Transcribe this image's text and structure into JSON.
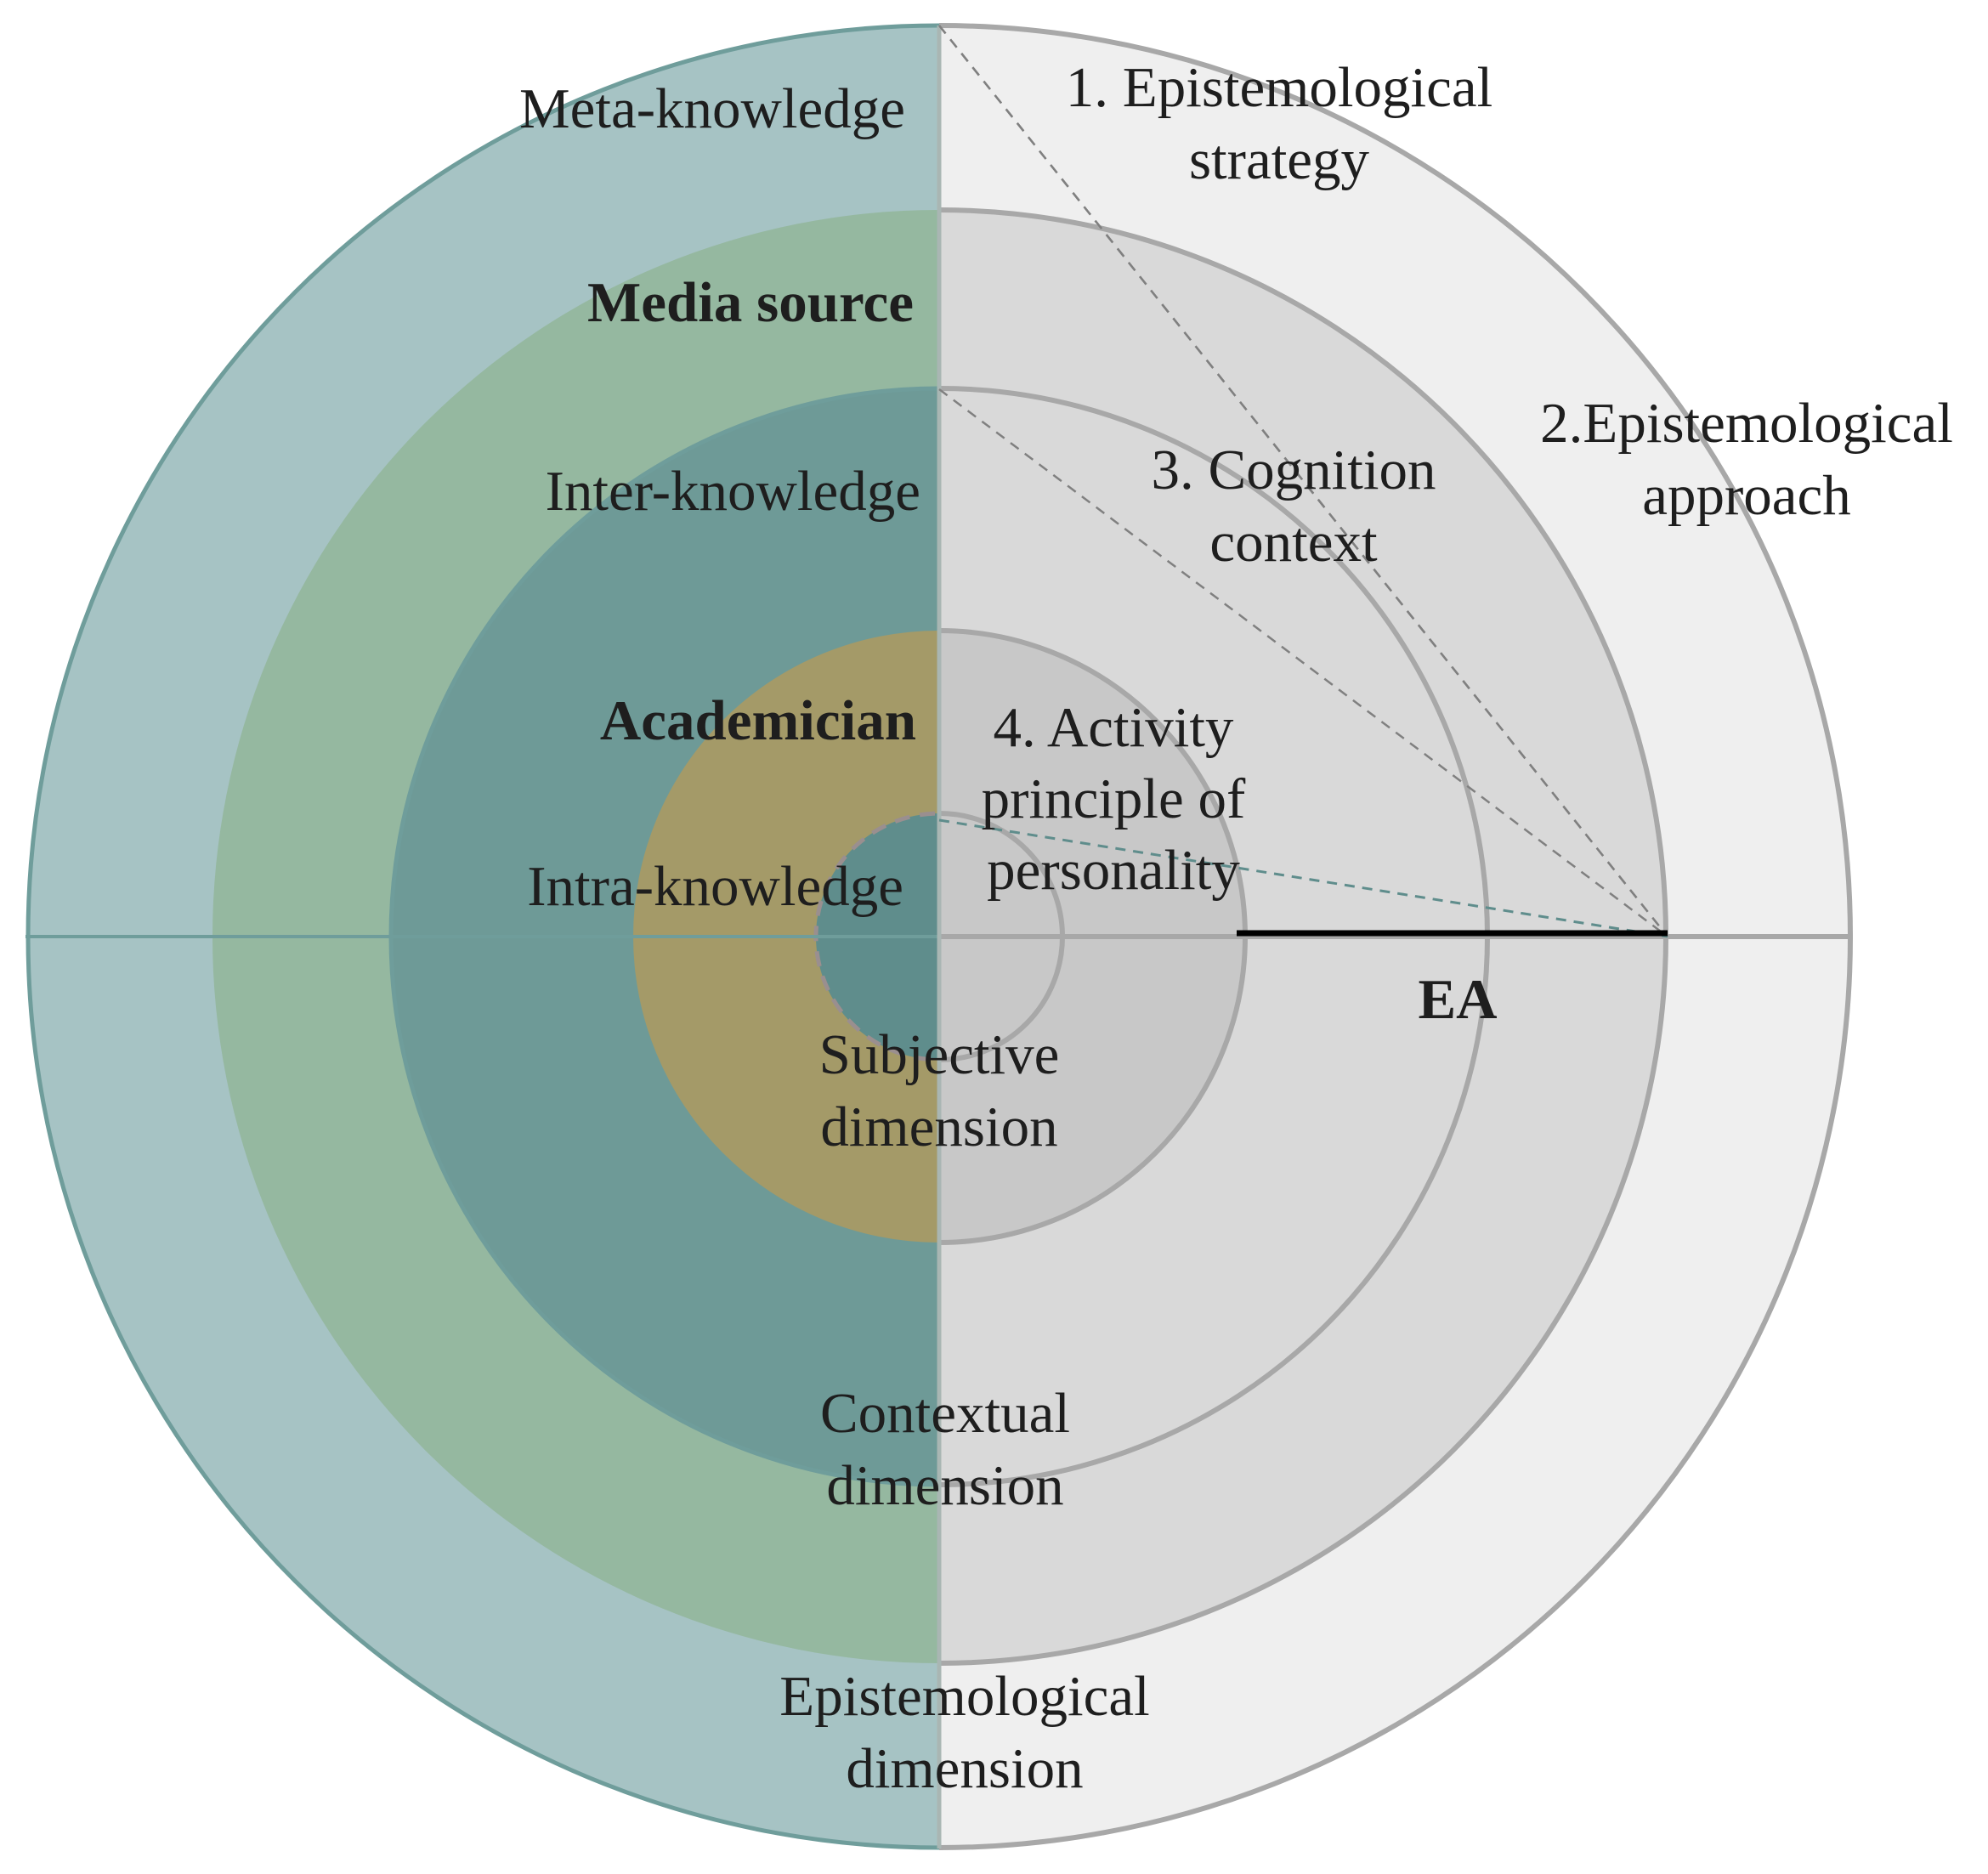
{
  "colors": {
    "left_outer": "#a6c3c4",
    "left_media": "#95b8a0",
    "left_inter": "#6e9a97",
    "left_academician": "#a49a68",
    "left_core": "#5f8d8c",
    "left_stroke": "#6f9d9b",
    "right_outer": "#efefef",
    "right_inner": "#d9d9d9",
    "right_center": "#c8c8c8",
    "right_stroke": "#a8a8a8",
    "ea_line": "#000000"
  },
  "left": {
    "meta_knowledge": "Meta-knowledge",
    "media_source": "Media source",
    "inter_knowledge": "Inter-knowledge",
    "academician": "Academician",
    "intra_knowledge": "Intra-knowledge"
  },
  "right": {
    "strategy_l1": "1. Epistemological",
    "strategy_l2": "strategy",
    "approach_l1": "2.Epistemological",
    "approach_l2": "approach",
    "cognition_l1": "3. Cognition",
    "cognition_l2": "context",
    "activity_l1": "4. Activity",
    "activity_l2": "principle of",
    "activity_l3": "personality",
    "ea": "EA"
  },
  "bottom": {
    "subjective_l1": "Subjective",
    "subjective_l2": "dimension",
    "contextual_l1": "Contextual",
    "contextual_l2": "dimension",
    "epistemological_l1": "Epistemological",
    "epistemological_l2": "dimension"
  }
}
